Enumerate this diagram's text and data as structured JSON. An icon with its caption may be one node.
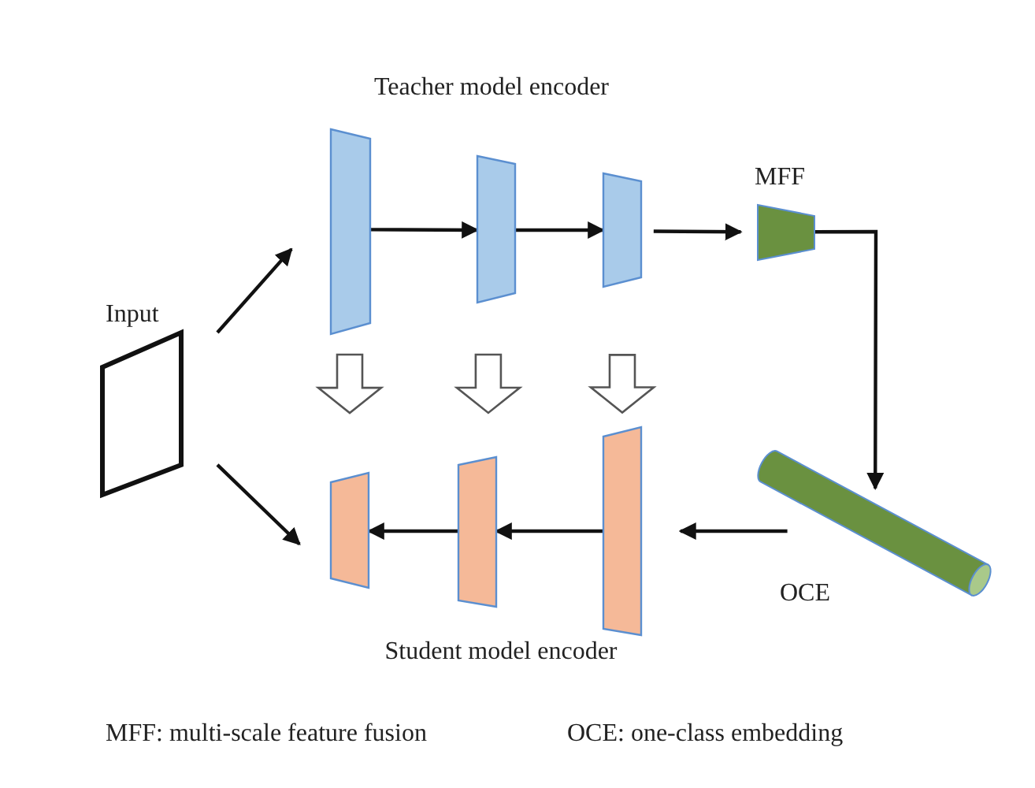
{
  "diagram": {
    "nodes": [
      {
        "text": [
          "Input"
        ]
      },
      {
        "text": [],
        "shape": "trapezoid"
      },
      {
        "text": [],
        "shape": "trapezoid"
      },
      {
        "text": [],
        "shape": "trapezoid"
      },
      {
        "text": [
          "MFF"
        ]
      },
      {
        "text": [
          "OCE"
        ]
      },
      {
        "text": [],
        "shape": "trapezoid"
      },
      {
        "text": [],
        "shape": "trapezoid"
      },
      {
        "text": [],
        "shape": "trapezoid"
      }
    ],
    "edges": [
      {
        "from": 0,
        "to": 1,
        "arrow": "to"
      },
      {
        "from": 0,
        "to": 6,
        "arrow": "to"
      },
      {
        "from": 1,
        "to": 2,
        "arrow": "to"
      },
      {
        "from": 2,
        "to": 3,
        "arrow": "to"
      },
      {
        "from": 3,
        "to": 4,
        "arrow": "to"
      },
      {
        "from": 4,
        "to": 5,
        "arrow": "to"
      },
      {
        "from": 5,
        "to": 8,
        "arrow": "to"
      },
      {
        "from": 8,
        "to": 7,
        "arrow": "to"
      },
      {
        "from": 7,
        "to": 6,
        "arrow": "to"
      },
      {
        "from": 1,
        "to": 6,
        "arrow": "to"
      },
      {
        "from": 2,
        "to": 7,
        "arrow": "to"
      },
      {
        "from": 3,
        "to": 8,
        "arrow": "to"
      }
    ],
    "labels": [
      "Teacher model encoder",
      "Student model encoder",
      "MFF: multi-scale feature fusion",
      "OCE: one-class embedding"
    ]
  }
}
